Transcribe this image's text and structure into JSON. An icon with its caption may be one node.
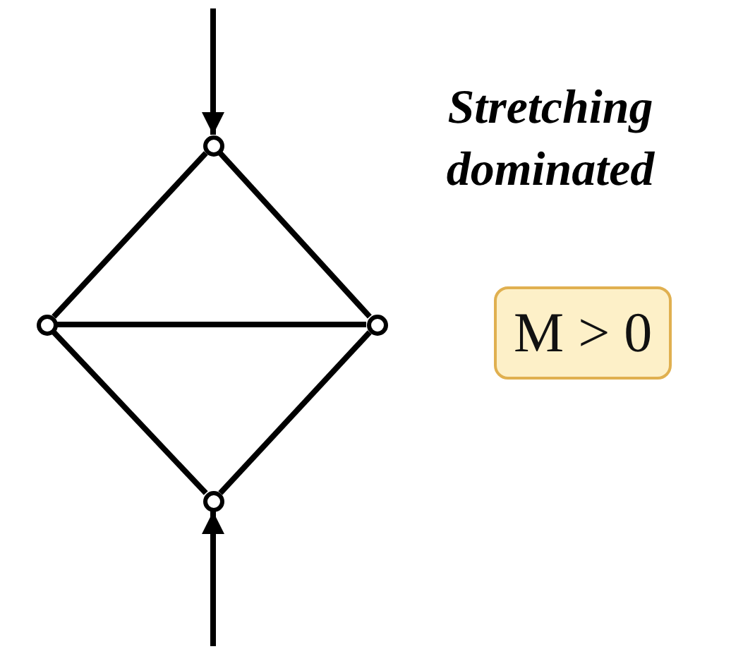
{
  "diagram": {
    "nodes": [
      {
        "text": [],
        "shape": "circle"
      },
      {
        "text": [],
        "shape": "circle"
      },
      {
        "text": [],
        "shape": "circle"
      },
      {
        "text": [],
        "shape": "circle"
      },
      {
        "text": [
          "M > 0"
        ]
      }
    ],
    "edges": [
      {
        "from": 0,
        "to": 1,
        "arrow": "none"
      },
      {
        "from": 0,
        "to": 2,
        "arrow": "none"
      },
      {
        "from": 1,
        "to": 2,
        "arrow": "none"
      },
      {
        "from": 1,
        "to": 3,
        "arrow": "none"
      },
      {
        "from": 2,
        "to": 3,
        "arrow": "none"
      },
      {
        "from": null,
        "to": 0,
        "arrow": "to"
      },
      {
        "from": null,
        "to": 3,
        "arrow": "to"
      }
    ],
    "labels": [
      "Stretching dominated"
    ]
  }
}
